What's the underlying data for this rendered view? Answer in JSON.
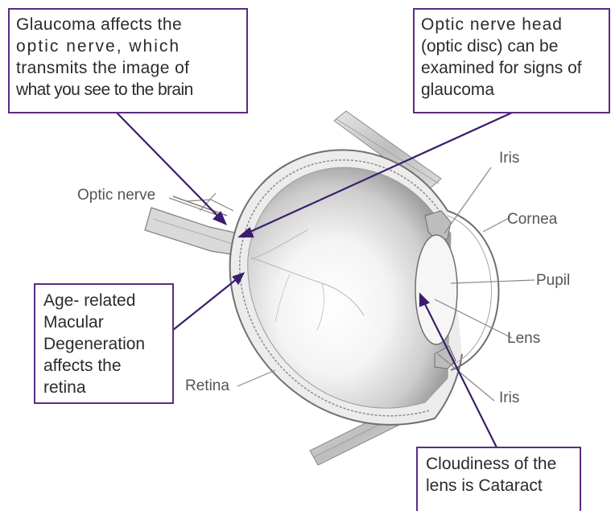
{
  "callouts": {
    "glaucoma": {
      "lines": [
        "Glaucoma affects the",
        "optic nerve, which",
        "transmits the image of",
        "what you see to the brain"
      ]
    },
    "optic_disc": {
      "lines": [
        "Optic nerve head",
        "(optic disc) can be",
        "examined for signs of",
        "glaucoma"
      ]
    },
    "amd": {
      "lines": [
        "Age- related",
        "Macular",
        "Degeneration",
        "affects the",
        "retina"
      ]
    },
    "cataract": {
      "lines": [
        "Cloudiness of the",
        "lens is Cataract"
      ]
    }
  },
  "labels": {
    "optic_nerve": "Optic nerve",
    "iris_top": "Iris",
    "cornea": "Cornea",
    "pupil": "Pupil",
    "lens": "Lens",
    "iris_bottom": "Iris",
    "retina": "Retina"
  },
  "colors": {
    "callout_border": "#5b2c83",
    "pointer": "#3a1d6e",
    "label_text": "#555555",
    "leader": "#888888"
  }
}
